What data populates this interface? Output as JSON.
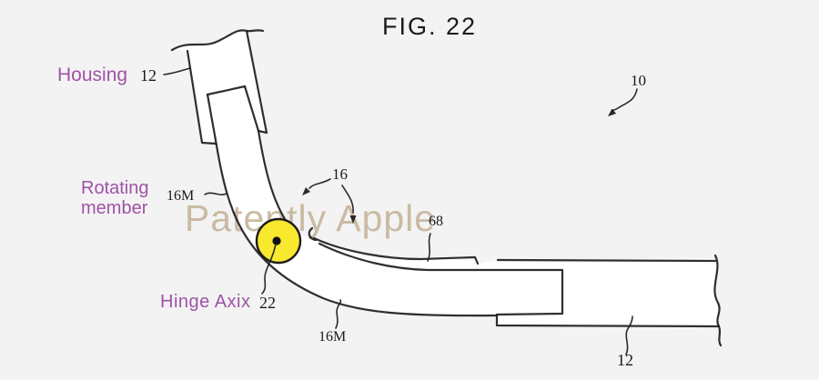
{
  "figure_title": "FIG. 22",
  "watermark": "Patently Apple",
  "labels": {
    "housing": "Housing",
    "rotating_member": "Rotating member",
    "hinge_axis": "Hinge Axix"
  },
  "refs": {
    "housing_top": "12",
    "rotating_member_upper": "16M",
    "member": "16",
    "link": "68",
    "assembly": "10",
    "hinge_axis": "22",
    "rotating_member_lower": "16M",
    "housing_right": "12"
  },
  "colors": {
    "label_purple": "#a052a8",
    "hinge_yellow": "#f8e82e",
    "watermark_tan": "#c6b49b",
    "line_ink": "#1f1f1f",
    "background": "#f2f3f2"
  }
}
